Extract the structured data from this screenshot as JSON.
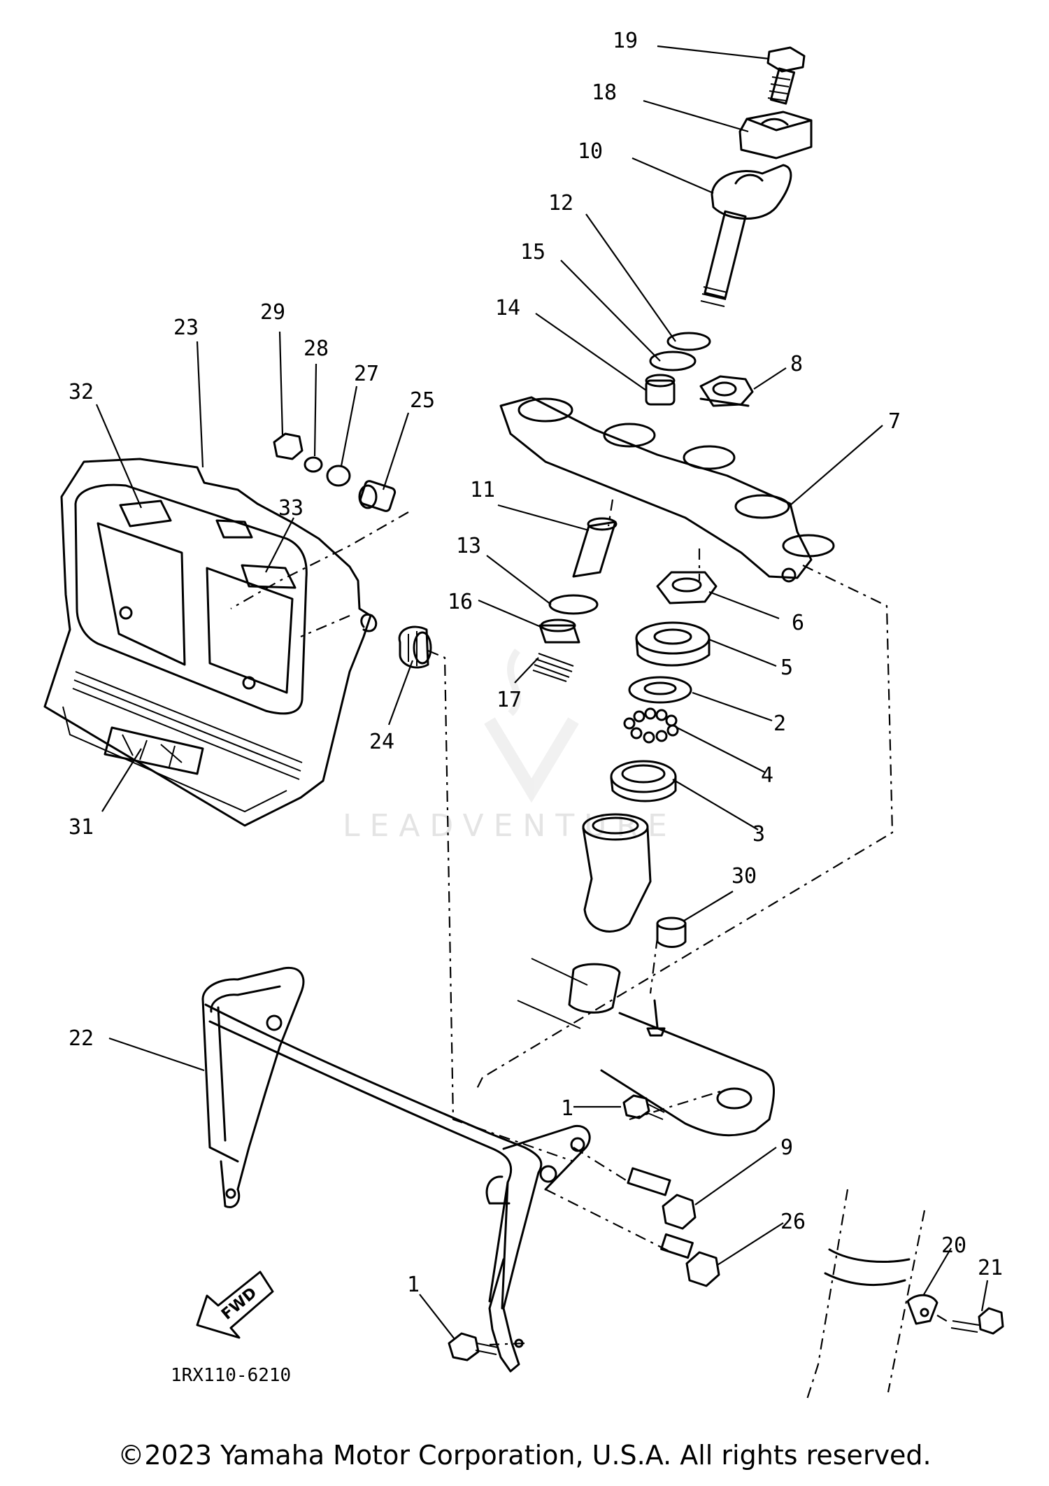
{
  "labels": [
    {
      "text": "19"
    },
    {
      "text": "18"
    },
    {
      "text": "10"
    },
    {
      "text": "12"
    },
    {
      "text": "15"
    },
    {
      "text": "14"
    },
    {
      "text": "8"
    },
    {
      "text": "7"
    },
    {
      "text": "23"
    },
    {
      "text": "29"
    },
    {
      "text": "28"
    },
    {
      "text": "27"
    },
    {
      "text": "25"
    },
    {
      "text": "32"
    },
    {
      "text": "33"
    },
    {
      "text": "11"
    },
    {
      "text": "13"
    },
    {
      "text": "16"
    },
    {
      "text": "6"
    },
    {
      "text": "5"
    },
    {
      "text": "17"
    },
    {
      "text": "2"
    },
    {
      "text": "24"
    },
    {
      "text": "4"
    },
    {
      "text": "31"
    },
    {
      "text": "3"
    },
    {
      "text": "30"
    },
    {
      "text": "22"
    },
    {
      "text": "1"
    },
    {
      "text": "9"
    },
    {
      "text": "26"
    },
    {
      "text": "20"
    },
    {
      "text": "21"
    },
    {
      "text": "1"
    }
  ],
  "fwd_label": "FWD",
  "diagram_code": "1RX110-6210",
  "watermark": "LEADVENTURE",
  "copyright": "©2023 Yamaha Motor Corporation, U.S.A. All rights reserved."
}
